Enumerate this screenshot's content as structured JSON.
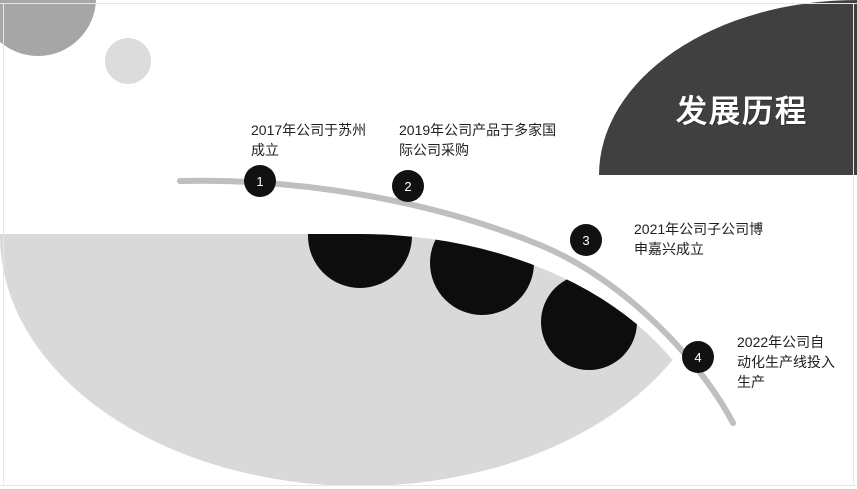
{
  "slide": {
    "title": "发展历程",
    "milestones": [
      {
        "number": "1",
        "text": "2017年公司于苏州成立"
      },
      {
        "number": "2",
        "text": "2019年公司产品于多家国际公司采购"
      },
      {
        "number": "3",
        "text": "2021年公司子公司博申嘉兴成立"
      },
      {
        "number": "4",
        "text": "2022年公司自动化生产线投入生产"
      }
    ]
  },
  "colors": {
    "background": "#FFFFFF",
    "title_banner": "#404040",
    "title_text": "#FFFFFF",
    "medium_gray_circle": "#A6A6A6",
    "pale_gray_circle": "#DCDCDC",
    "light_gray_blob": "#D9D9D9",
    "marker_fill": "#111111",
    "marker_text": "#FFFFFF",
    "timeline_line": "#BFBFBF",
    "accent_dots": "#0D0D0D",
    "frame_line": "#E6E6E6"
  },
  "decorations": {
    "title_banner_shape": "quarter-ellipse-top-right",
    "timeline_shape": "descending-curve",
    "accent_dot_count": 3
  }
}
